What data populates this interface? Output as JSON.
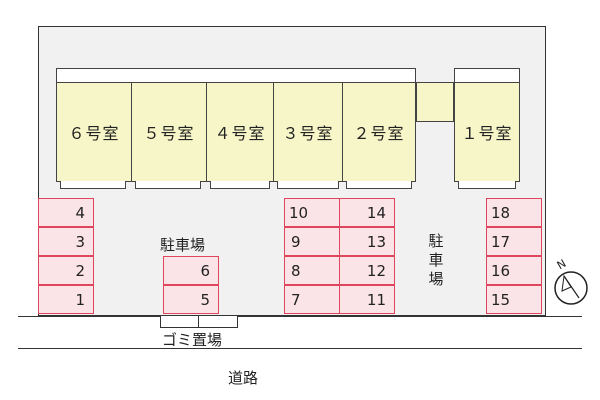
{
  "rooms": [
    {
      "label": "６号室"
    },
    {
      "label": "５号室"
    },
    {
      "label": "４号室"
    },
    {
      "label": "３号室"
    },
    {
      "label": "２号室"
    },
    {
      "label": "１号室"
    }
  ],
  "parking_left": [
    {
      "number": "4"
    },
    {
      "number": "3"
    },
    {
      "number": "2"
    },
    {
      "number": "1"
    }
  ],
  "parking_center": [
    {
      "number": "6"
    },
    {
      "number": "5"
    }
  ],
  "parking_mid_left": [
    {
      "number": "10"
    },
    {
      "number": "9"
    },
    {
      "number": "8"
    },
    {
      "number": "7"
    }
  ],
  "parking_mid_right": [
    {
      "number": "14"
    },
    {
      "number": "13"
    },
    {
      "number": "12"
    },
    {
      "number": "11"
    }
  ],
  "parking_right": [
    {
      "number": "18"
    },
    {
      "number": "17"
    },
    {
      "number": "16"
    },
    {
      "number": "15"
    }
  ],
  "labels": {
    "parking_lot": "駐車場",
    "parking_lot_vertical": "駐車場",
    "garbage": "ゴミ置場",
    "road": "道路",
    "north": "N"
  },
  "colors": {
    "room_fill": "#f6f6c8",
    "space_fill": "#fbe4e8",
    "space_border": "#e0455e",
    "lot_fill": "#f1f1f1"
  }
}
